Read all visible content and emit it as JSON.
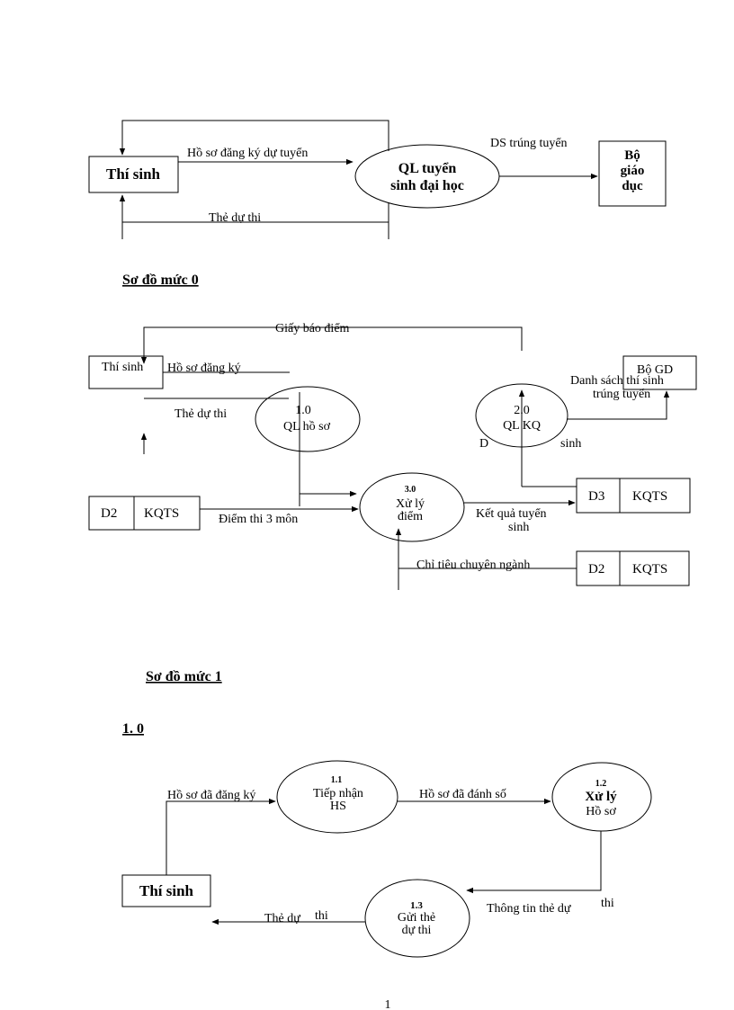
{
  "context": {
    "entity_student": "Thí sinh",
    "process": [
      "QL tuyển",
      "sinh đại học"
    ],
    "entity_ministry": [
      "Bộ",
      "giáo",
      "dục"
    ],
    "flow_application": "Hồ sơ đăng ký dự tuyển",
    "flow_exam_card": "Thẻ dự thi",
    "flow_admitted_list": "DS trúng tuyển"
  },
  "heading_level0": "Sơ đồ mức 0",
  "level0": {
    "entity_student": "Thí sinh",
    "entity_ministry": "Bộ GD",
    "flow_score_notice": "Giấy báo điểm",
    "flow_application": "Hồ sơ đăng ký",
    "flow_exam_card": "Thẻ dự thi",
    "flow_admitted": [
      "Danh sách thí sinh",
      "trúng tuyển"
    ],
    "process1": {
      "number": "1.0",
      "name": "QL hồ sơ"
    },
    "process2": {
      "number": "2.0",
      "name": "QL KQ"
    },
    "process3": {
      "number": "3.0",
      "name": [
        "Xử lý",
        "điểm"
      ]
    },
    "flow_partial": "D",
    "flow_partial_tail": "sinh",
    "store_d2a": {
      "id": "D2",
      "name": "KQTS"
    },
    "store_d3": {
      "id": "D3",
      "name": "KQTS"
    },
    "store_d2b": {
      "id": "D2",
      "name": "KQTS"
    },
    "flow_three_subjects": "Điểm thi 3 môn",
    "flow_results": [
      "Kết quả tuyển",
      "sinh"
    ],
    "flow_quota": "Chỉ tiêu chuyên ngành"
  },
  "heading_level1": "Sơ đồ mức 1",
  "heading_1_0": "1. 0",
  "level1": {
    "entity_student": "Thí sinh",
    "p11": {
      "number": "1.1",
      "name": [
        "Tiếp nhận",
        "HS"
      ]
    },
    "p12": {
      "number": "1.2",
      "name": [
        "Xử lý",
        "Hồ sơ"
      ]
    },
    "p13": {
      "number": "1.3",
      "name": [
        "Gửi thẻ",
        "dự thi"
      ]
    },
    "flow_registered": "Hồ sơ đã đăng ký",
    "flow_numbered": "Hồ sơ đã đánh số",
    "flow_card_info": "Thông tin thẻ dự",
    "flow_card_info_tail": "thi",
    "flow_card": "Thẻ dự",
    "flow_card_tail": "thi"
  },
  "page_number": "1"
}
